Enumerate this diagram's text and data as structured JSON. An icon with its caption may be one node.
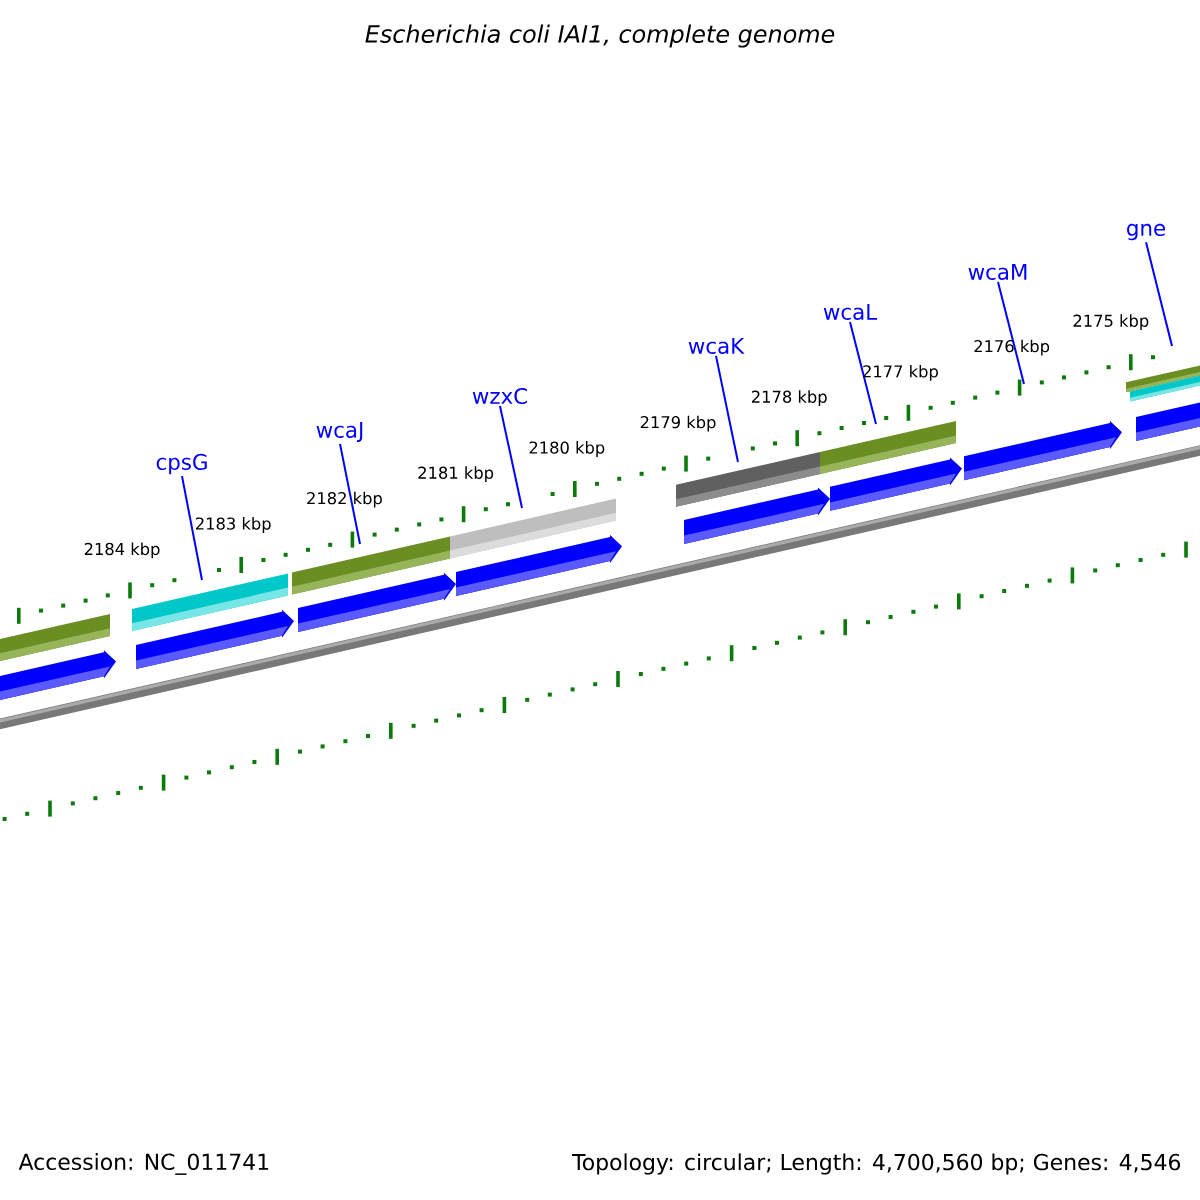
{
  "diagram": {
    "title": "Escherichia coli IAI1, complete genome",
    "nodes": [
      {
        "text": [
          "cpsG"
        ]
      },
      {
        "text": [
          "wcaJ"
        ]
      },
      {
        "text": [
          "wzxC"
        ]
      },
      {
        "text": [
          "wcaK"
        ]
      },
      {
        "text": [
          "wcaL"
        ]
      },
      {
        "text": [
          "wcaM"
        ]
      },
      {
        "text": [
          "gne"
        ]
      }
    ],
    "edges": [
      {
        "from": 0,
        "to": null,
        "arrow": "none"
      },
      {
        "from": 1,
        "to": null,
        "arrow": "none"
      },
      {
        "from": 2,
        "to": null,
        "arrow": "none"
      },
      {
        "from": 3,
        "to": null,
        "arrow": "none"
      },
      {
        "from": 4,
        "to": null,
        "arrow": "none"
      },
      {
        "from": 5,
        "to": null,
        "arrow": "none"
      },
      {
        "from": 6,
        "to": null,
        "arrow": "none"
      }
    ],
    "labels": [
      "2184 kbp",
      "2183 kbp",
      "2182 kbp",
      "2181 kbp",
      "2180 kbp",
      "2179 kbp",
      "2178 kbp",
      "2177 kbp",
      "2176 kbp",
      "2175 kbp",
      "Accession: NC_011741",
      "Topology: circular; Length: 4,700,560 bp; Genes: 4,546"
    ]
  }
}
